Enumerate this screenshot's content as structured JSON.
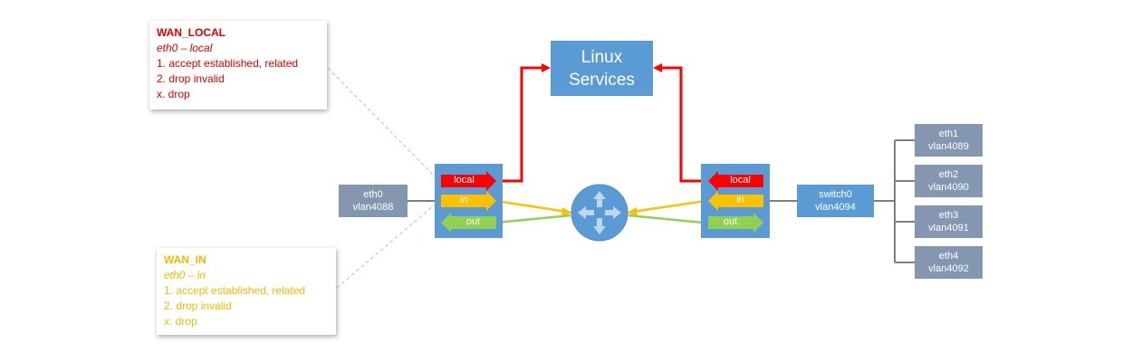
{
  "wan_local": {
    "title": "WAN_LOCAL",
    "subtitle": "eth0 – local",
    "rules": [
      "1. accept established, related",
      "2. drop invalid",
      "x. drop"
    ],
    "color": "#e00000"
  },
  "wan_in": {
    "title": "WAN_IN",
    "subtitle": "eth0 – in",
    "rules": [
      "1. accept established, related",
      "2. drop invalid",
      "x. drop"
    ],
    "color": "#f4b800"
  },
  "linux": {
    "line1": "Linux",
    "line2": "Services"
  },
  "eth0": {
    "line1": "eth0",
    "line2": "vlan4088"
  },
  "switch0": {
    "line1": "switch0",
    "line2": "vlan4094"
  },
  "ports": [
    {
      "line1": "eth1",
      "line2": "vlan4089"
    },
    {
      "line1": "eth2",
      "line2": "vlan4090"
    },
    {
      "line1": "eth3",
      "line2": "vlan4091"
    },
    {
      "line1": "eth4",
      "line2": "vlan4092"
    }
  ],
  "left_iface": {
    "local": "local",
    "in": "in",
    "out": "out"
  },
  "right_iface": {
    "local": "local",
    "in": "in",
    "out": "out"
  },
  "colors": {
    "local": "#ff0000",
    "in": "#ffc000",
    "out": "#92d050",
    "node": "#5b9bd5",
    "port": "#8497b0",
    "line": "#7f7f7f"
  }
}
